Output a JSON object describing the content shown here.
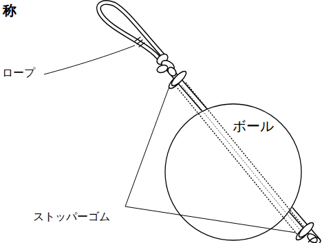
{
  "diagram": {
    "title": "称",
    "nodes": [
      {
        "text": [
          "ボール"
        ]
      }
    ],
    "labels": [
      "ロープ",
      "ストッパーゴム"
    ]
  }
}
